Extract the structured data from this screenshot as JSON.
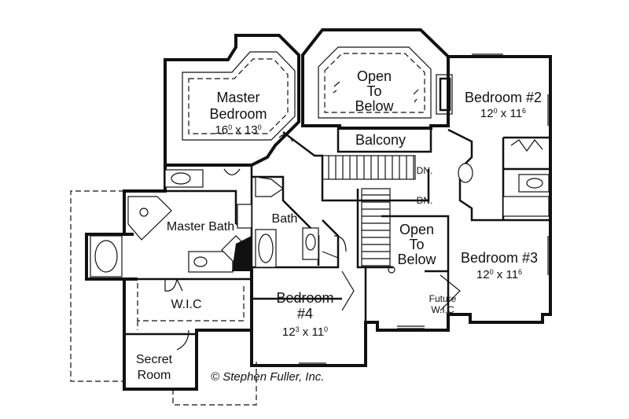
{
  "plan": {
    "rooms": {
      "master_bedroom": {
        "name_line1": "Master",
        "name_line2": "Bedroom",
        "dim_w": "16",
        "dim_w_in": "0",
        "dim_sep": " x ",
        "dim_d": "13",
        "dim_d_in": "0"
      },
      "open_to_below_top": {
        "line1": "Open",
        "line2": "To",
        "line3": "Below"
      },
      "bedroom_2": {
        "name": "Bedroom #2",
        "dim_w": "12",
        "dim_w_in": "0",
        "dim_sep": " x ",
        "dim_d": "11",
        "dim_d_in": "6"
      },
      "balcony": {
        "name": "Balcony"
      },
      "master_bath": {
        "name": "Master Bath"
      },
      "bath": {
        "name": "Bath"
      },
      "open_to_below_mid": {
        "line1": "Open",
        "line2": "To",
        "line3": "Below"
      },
      "bedroom_3": {
        "name": "Bedroom #3",
        "dim_w": "12",
        "dim_w_in": "0",
        "dim_sep": " x ",
        "dim_d": "11",
        "dim_d_in": "6"
      },
      "wic": {
        "name": "W.I.C"
      },
      "bedroom_4": {
        "name_line1": "Bedroom",
        "name_line2": "#4",
        "dim_w": "12",
        "dim_w_in": "3",
        "dim_sep": " x ",
        "dim_d": "11",
        "dim_d_in": "0"
      },
      "future": {
        "line1": "Future",
        "line2": "W.I.C"
      },
      "secret_room": {
        "line1": "Secret",
        "line2": "Room"
      }
    },
    "stair_labels": {
      "dn_upper": "DN.",
      "dn_lower": "DN."
    },
    "credit": "© Stephen Fuller, Inc."
  }
}
